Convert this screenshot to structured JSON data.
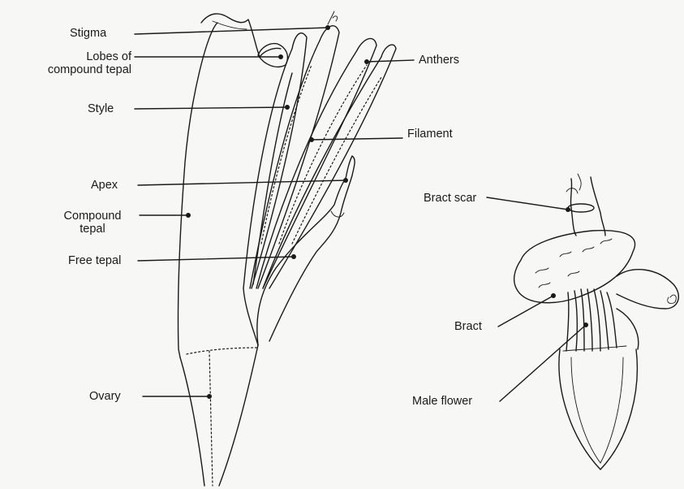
{
  "labels": {
    "stigma": "Stigma",
    "lobes_line1": "Lobes of",
    "lobes_line2": "compound tepal",
    "style": "Style",
    "apex": "Apex",
    "compound_line1": "Compound",
    "compound_line2": "tepal",
    "free_tepal": "Free tepal",
    "ovary": "Ovary",
    "anthers": "Anthers",
    "filament": "Filament",
    "bract_scar": "Bract scar",
    "bract": "Bract",
    "male_flower": "Male flower"
  },
  "colors": {
    "ink": "#1a1a1a",
    "paper": "#f7f7f5"
  }
}
